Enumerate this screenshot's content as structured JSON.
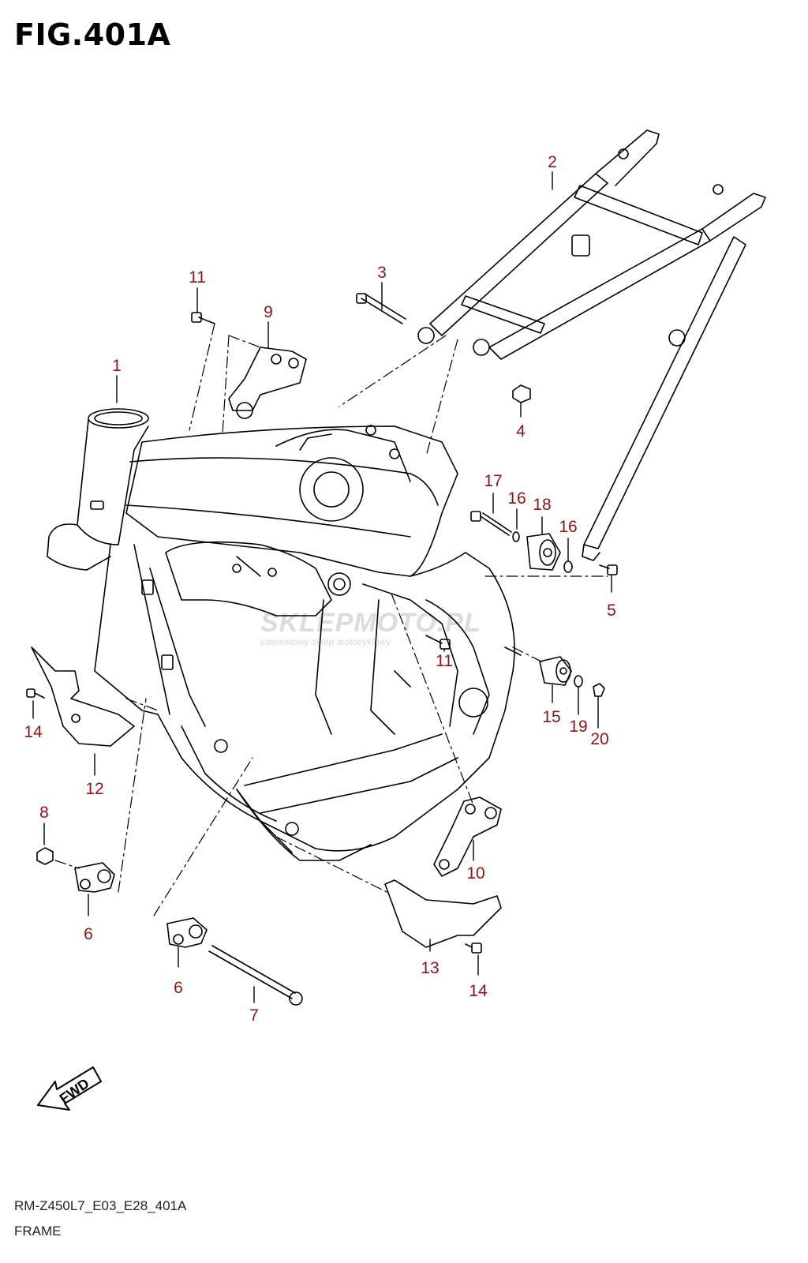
{
  "header": {
    "title": "FIG.401A"
  },
  "footer": {
    "code": "RM-Z450L7_E03_E28_401A",
    "name": "FRAME"
  },
  "watermark": {
    "main": "SKLEPMOTO.PL",
    "sub": "internetowy sklep motocyklowy"
  },
  "fwd_label": "FWD",
  "callouts": [
    {
      "id": "1",
      "label": "1"
    },
    {
      "id": "2",
      "label": "2"
    },
    {
      "id": "3",
      "label": "3"
    },
    {
      "id": "4",
      "label": "4"
    },
    {
      "id": "5",
      "label": "5"
    },
    {
      "id": "6a",
      "label": "6"
    },
    {
      "id": "6b",
      "label": "6"
    },
    {
      "id": "7",
      "label": "7"
    },
    {
      "id": "8",
      "label": "8"
    },
    {
      "id": "9",
      "label": "9"
    },
    {
      "id": "10",
      "label": "10"
    },
    {
      "id": "11a",
      "label": "11"
    },
    {
      "id": "11b",
      "label": "11"
    },
    {
      "id": "12",
      "label": "12"
    },
    {
      "id": "13",
      "label": "13"
    },
    {
      "id": "14a",
      "label": "14"
    },
    {
      "id": "14b",
      "label": "14"
    },
    {
      "id": "15",
      "label": "15"
    },
    {
      "id": "16a",
      "label": "16"
    },
    {
      "id": "16b",
      "label": "16"
    },
    {
      "id": "17",
      "label": "17"
    },
    {
      "id": "18",
      "label": "18"
    },
    {
      "id": "19",
      "label": "19"
    },
    {
      "id": "20",
      "label": "20"
    }
  ],
  "colors": {
    "callout": "#8b1414",
    "line": "#000000",
    "background": "#ffffff"
  }
}
